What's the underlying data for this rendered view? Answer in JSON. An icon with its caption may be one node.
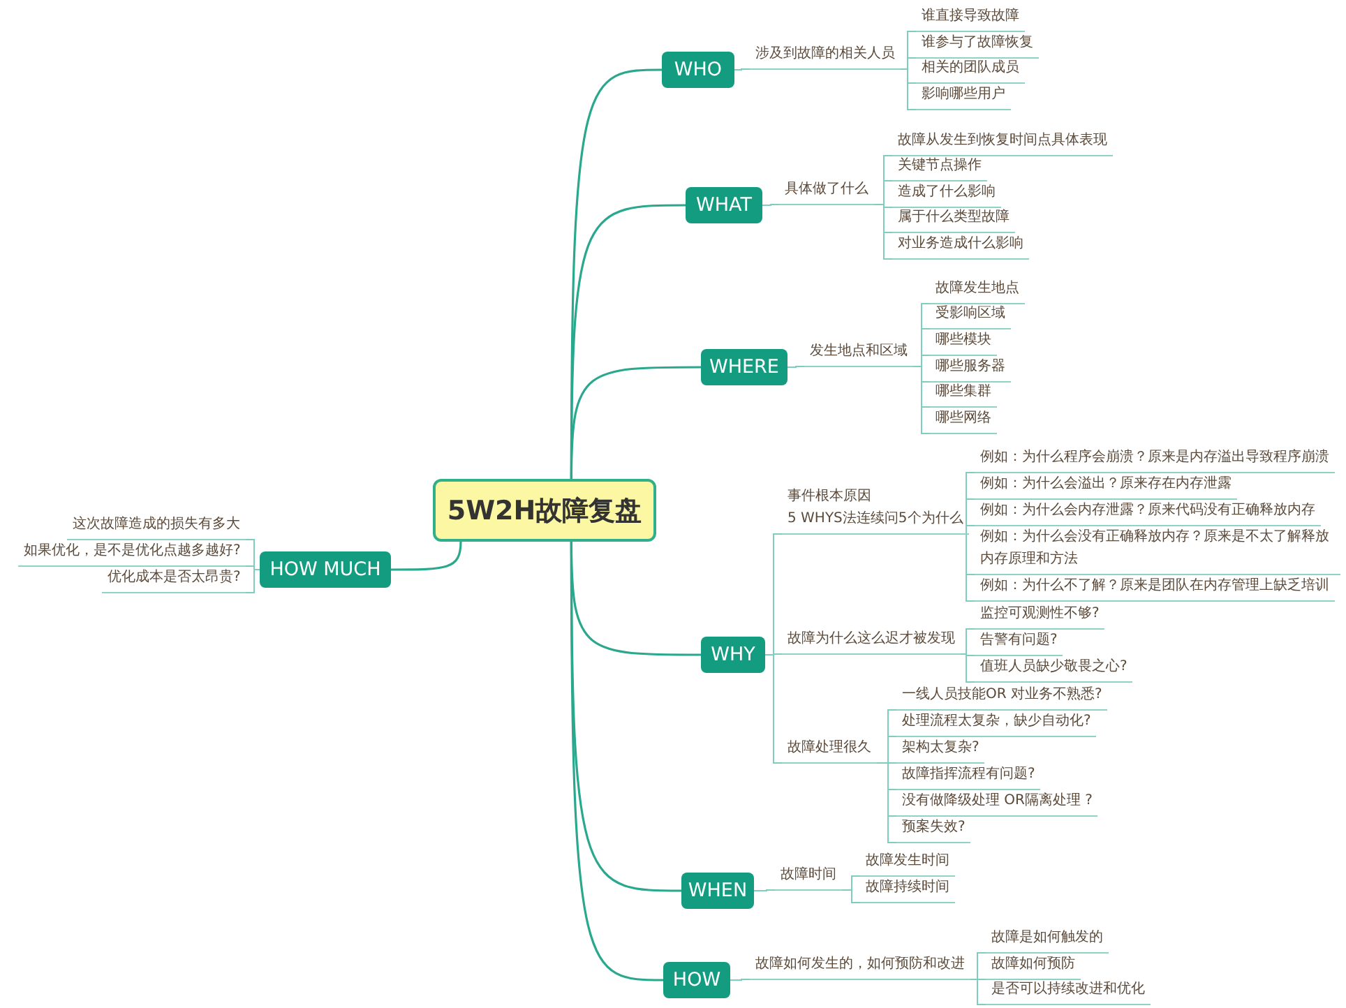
{
  "diagram": {
    "nodes": [
      {
        "text": [
          "5W2H故障复盘"
        ]
      },
      {
        "text": [
          "WHO"
        ]
      },
      {
        "text": [
          "涉及到故障的相关人员"
        ]
      },
      {
        "text": [
          "谁直接导致故障"
        ]
      },
      {
        "text": [
          "谁参与了故障恢复"
        ]
      },
      {
        "text": [
          "相关的团队成员"
        ]
      },
      {
        "text": [
          "影响哪些用户"
        ]
      },
      {
        "text": [
          "WHAT"
        ]
      },
      {
        "text": [
          "具体做了什么"
        ]
      },
      {
        "text": [
          "故障从发生到恢复时间点具体表现"
        ]
      },
      {
        "text": [
          "关键节点操作"
        ]
      },
      {
        "text": [
          "造成了什么影响"
        ]
      },
      {
        "text": [
          "属于什么类型故障"
        ]
      },
      {
        "text": [
          "对业务造成什么影响"
        ]
      },
      {
        "text": [
          "WHERE"
        ]
      },
      {
        "text": [
          "发生地点和区域"
        ]
      },
      {
        "text": [
          "故障发生地点"
        ]
      },
      {
        "text": [
          "受影响区域"
        ]
      },
      {
        "text": [
          "哪些模块"
        ]
      },
      {
        "text": [
          "哪些服务器"
        ]
      },
      {
        "text": [
          "哪些集群"
        ]
      },
      {
        "text": [
          "哪些网络"
        ]
      },
      {
        "text": [
          "WHY"
        ]
      },
      {
        "text": [
          "事件根本原因",
          "5 WHYS法连续问5个为什么"
        ]
      },
      {
        "text": [
          "例如：为什么程序会崩溃？原来是内存溢出导致程序崩溃"
        ]
      },
      {
        "text": [
          "例如：为什么会溢出？原来存在内存泄露"
        ]
      },
      {
        "text": [
          "例如：为什么会内存泄露？原来代码没有正确释放内存"
        ]
      },
      {
        "text": [
          "例如：为什么会没有正确释放内存？原来是不太了解释放内存原理和方法"
        ]
      },
      {
        "text": [
          "例如：为什么不了解？原来是团队在内存管理上缺乏培训"
        ]
      },
      {
        "text": [
          "故障为什么这么迟才被发现"
        ]
      },
      {
        "text": [
          "监控可观测性不够?"
        ]
      },
      {
        "text": [
          "告警有问题?"
        ]
      },
      {
        "text": [
          "值班人员缺少敬畏之心?"
        ]
      },
      {
        "text": [
          "故障处理很久"
        ]
      },
      {
        "text": [
          "一线人员技能OR 对业务不熟悉?"
        ]
      },
      {
        "text": [
          "处理流程太复杂，缺少自动化?"
        ]
      },
      {
        "text": [
          "架构太复杂?"
        ]
      },
      {
        "text": [
          "故障指挥流程有问题?"
        ]
      },
      {
        "text": [
          "没有做降级处理 OR隔离处理 ?"
        ]
      },
      {
        "text": [
          "预案失效?"
        ]
      },
      {
        "text": [
          "WHEN"
        ]
      },
      {
        "text": [
          "故障时间"
        ]
      },
      {
        "text": [
          "故障发生时间"
        ]
      },
      {
        "text": [
          "故障持续时间"
        ]
      },
      {
        "text": [
          "HOW"
        ]
      },
      {
        "text": [
          "故障如何发生的，如何预防和改进"
        ]
      },
      {
        "text": [
          "故障是如何触发的"
        ]
      },
      {
        "text": [
          "故障如何预防"
        ]
      },
      {
        "text": [
          "是否可以持续改进和优化"
        ]
      },
      {
        "text": [
          "HOW MUCH"
        ]
      },
      {
        "text": [
          "这次故障造成的损失有多大"
        ]
      },
      {
        "text": [
          "如果优化，是不是优化点越多越好?"
        ]
      },
      {
        "text": [
          "优化成本是否太昂贵?"
        ]
      }
    ],
    "edges": [
      {
        "from": 0,
        "to": 1,
        "arrow": "none"
      },
      {
        "from": 1,
        "to": 2,
        "arrow": "none"
      },
      {
        "from": 2,
        "to": 3,
        "arrow": "none"
      },
      {
        "from": 2,
        "to": 4,
        "arrow": "none"
      },
      {
        "from": 2,
        "to": 5,
        "arrow": "none"
      },
      {
        "from": 2,
        "to": 6,
        "arrow": "none"
      },
      {
        "from": 0,
        "to": 7,
        "arrow": "none"
      },
      {
        "from": 7,
        "to": 8,
        "arrow": "none"
      },
      {
        "from": 8,
        "to": 9,
        "arrow": "none"
      },
      {
        "from": 8,
        "to": 10,
        "arrow": "none"
      },
      {
        "from": 8,
        "to": 11,
        "arrow": "none"
      },
      {
        "from": 8,
        "to": 12,
        "arrow": "none"
      },
      {
        "from": 8,
        "to": 13,
        "arrow": "none"
      },
      {
        "from": 0,
        "to": 14,
        "arrow": "none"
      },
      {
        "from": 14,
        "to": 15,
        "arrow": "none"
      },
      {
        "from": 15,
        "to": 16,
        "arrow": "none"
      },
      {
        "from": 15,
        "to": 17,
        "arrow": "none"
      },
      {
        "from": 15,
        "to": 18,
        "arrow": "none"
      },
      {
        "from": 15,
        "to": 19,
        "arrow": "none"
      },
      {
        "from": 15,
        "to": 20,
        "arrow": "none"
      },
      {
        "from": 15,
        "to": 21,
        "arrow": "none"
      },
      {
        "from": 0,
        "to": 22,
        "arrow": "none"
      },
      {
        "from": 22,
        "to": 23,
        "arrow": "none"
      },
      {
        "from": 23,
        "to": 24,
        "arrow": "none"
      },
      {
        "from": 23,
        "to": 25,
        "arrow": "none"
      },
      {
        "from": 23,
        "to": 26,
        "arrow": "none"
      },
      {
        "from": 23,
        "to": 27,
        "arrow": "none"
      },
      {
        "from": 23,
        "to": 28,
        "arrow": "none"
      },
      {
        "from": 22,
        "to": 29,
        "arrow": "none"
      },
      {
        "from": 29,
        "to": 30,
        "arrow": "none"
      },
      {
        "from": 29,
        "to": 31,
        "arrow": "none"
      },
      {
        "from": 29,
        "to": 32,
        "arrow": "none"
      },
      {
        "from": 22,
        "to": 33,
        "arrow": "none"
      },
      {
        "from": 33,
        "to": 34,
        "arrow": "none"
      },
      {
        "from": 33,
        "to": 35,
        "arrow": "none"
      },
      {
        "from": 33,
        "to": 36,
        "arrow": "none"
      },
      {
        "from": 33,
        "to": 37,
        "arrow": "none"
      },
      {
        "from": 33,
        "to": 38,
        "arrow": "none"
      },
      {
        "from": 33,
        "to": 39,
        "arrow": "none"
      },
      {
        "from": 0,
        "to": 40,
        "arrow": "none"
      },
      {
        "from": 40,
        "to": 41,
        "arrow": "none"
      },
      {
        "from": 41,
        "to": 42,
        "arrow": "none"
      },
      {
        "from": 41,
        "to": 43,
        "arrow": "none"
      },
      {
        "from": 0,
        "to": 44,
        "arrow": "none"
      },
      {
        "from": 44,
        "to": 45,
        "arrow": "none"
      },
      {
        "from": 45,
        "to": 46,
        "arrow": "none"
      },
      {
        "from": 45,
        "to": 47,
        "arrow": "none"
      },
      {
        "from": 45,
        "to": 48,
        "arrow": "none"
      },
      {
        "from": 0,
        "to": 49,
        "arrow": "none"
      },
      {
        "from": 49,
        "to": 50,
        "arrow": "none"
      },
      {
        "from": 49,
        "to": 51,
        "arrow": "none"
      },
      {
        "from": 49,
        "to": 52,
        "arrow": "none"
      }
    ]
  }
}
